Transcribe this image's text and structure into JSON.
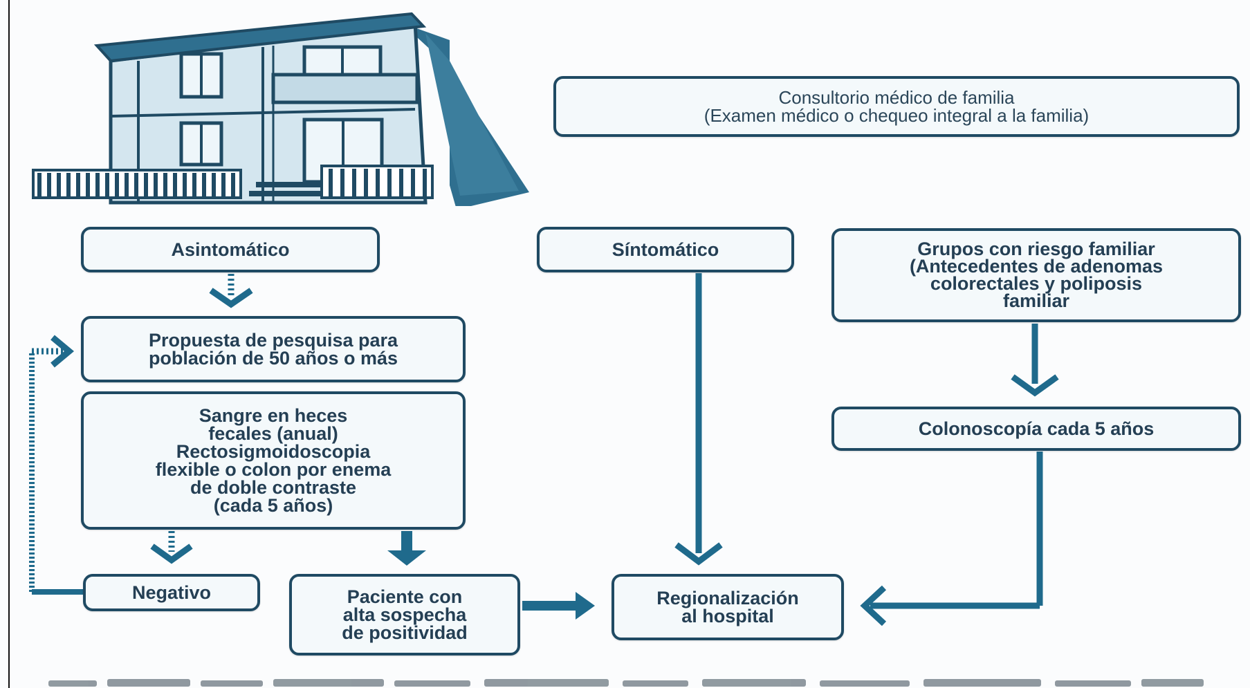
{
  "diagram": {
    "consultorio": "Consultorio médico de familia\n(Examen médico o chequeo integral a la familia)",
    "asintomatico": "Asintomático",
    "sintomatico": "Síntomático",
    "grupos_riesgo": "Grupos con riesgo familiar\n(Antecedentes de adenomas\ncolorectales y poliposis\nfamiliar",
    "propuesta": "Propuesta de pesquisa para\npoblación de 50 años o más",
    "sangre": "Sangre en heces\nfecales (anual)\nRectosigmoidoscopia\nflexible o colon por enema\nde doble contraste\n(cada 5 años)",
    "colonoscopia": "Colonoscopía cada 5 años",
    "negativo": "Negativo",
    "paciente": "Paciente con\nalta sospecha\nde positividad",
    "regionalizacion": "Regionalización\nal hospital"
  },
  "colors": {
    "accent": "#1f6a8c",
    "box_border": "#1f4a63",
    "house_fill": "#cfe2ec"
  },
  "icons": {
    "house": "house-icon"
  }
}
